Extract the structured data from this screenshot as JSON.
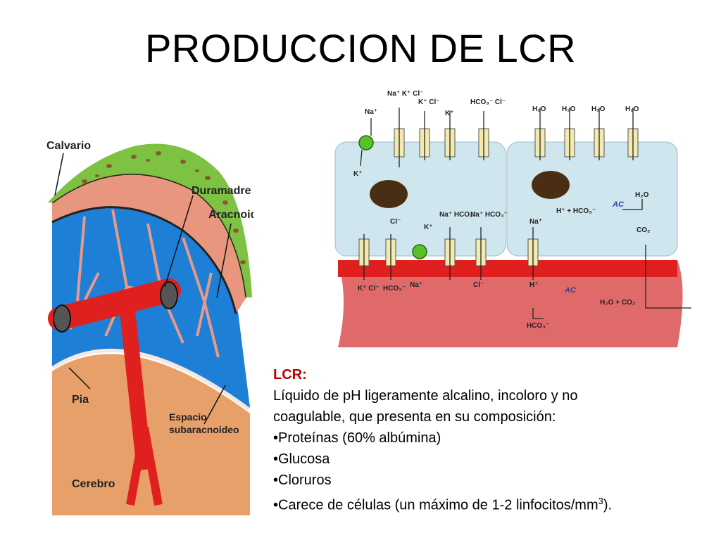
{
  "slide": {
    "title": "PRODUCCION DE LCR"
  },
  "meninges": {
    "labels": {
      "calvario": "Calvario",
      "duramadre": "Duramadre",
      "aracnoides": "Aracnoides",
      "pia": "Pia",
      "espacio_1": "Espacio",
      "espacio_2": "subaracnoideo",
      "cerebro": "Cerebro"
    }
  },
  "cells": {
    "top_left_ions": [
      "Na⁺",
      "Na⁺ K⁺ Cl⁻",
      "K⁺ Cl⁻",
      "K⁺",
      "HCO₃⁻ Cl⁻"
    ],
    "top_right_ions": [
      "H₂O",
      "H₂O",
      "H₂O",
      "H₂O"
    ],
    "mid_labels": [
      "K⁺",
      "Cl⁻",
      "K⁺",
      "Na⁺ HCO₃⁻",
      "Na⁺ HCO₃⁻",
      "Na⁺"
    ],
    "reaction_left": "H⁺ + HCO₃⁻",
    "ac": "AC",
    "h2o": "H₂O",
    "co2": "CO₂",
    "bottom_labels": [
      "K⁺ Cl⁻",
      "HCO₃⁻",
      "Na⁺",
      "Cl⁻",
      "H⁺"
    ],
    "vessel_ac": "AC",
    "vessel_product": "H₂O + CO₂",
    "vessel_hco3": "HCO₃⁻"
  },
  "text": {
    "heading": "LCR:",
    "line1": "Líquido de  pH ligeramente alcalino, incoloro y no",
    "line2": "coagulable, que presenta en su composición:",
    "bullets": [
      "•Proteínas (60%  albúmina)",
      "•Glucosa",
      "•Cloruros"
    ],
    "last_bullet_pre": "•Carece de células (un máximo de 1-2 linfocitos/mm",
    "last_bullet_sup": "3",
    "last_bullet_post": ")."
  },
  "colors": {
    "bone_green": "#7dc242",
    "dura": "#e8967d",
    "csf_blue": "#1e7fd6",
    "brain": "#e8a06a",
    "vessel_red": "#e0201e",
    "cell_fill": "#cfe6ee",
    "blood": "#e06a6a",
    "text_red": "#c00000"
  }
}
